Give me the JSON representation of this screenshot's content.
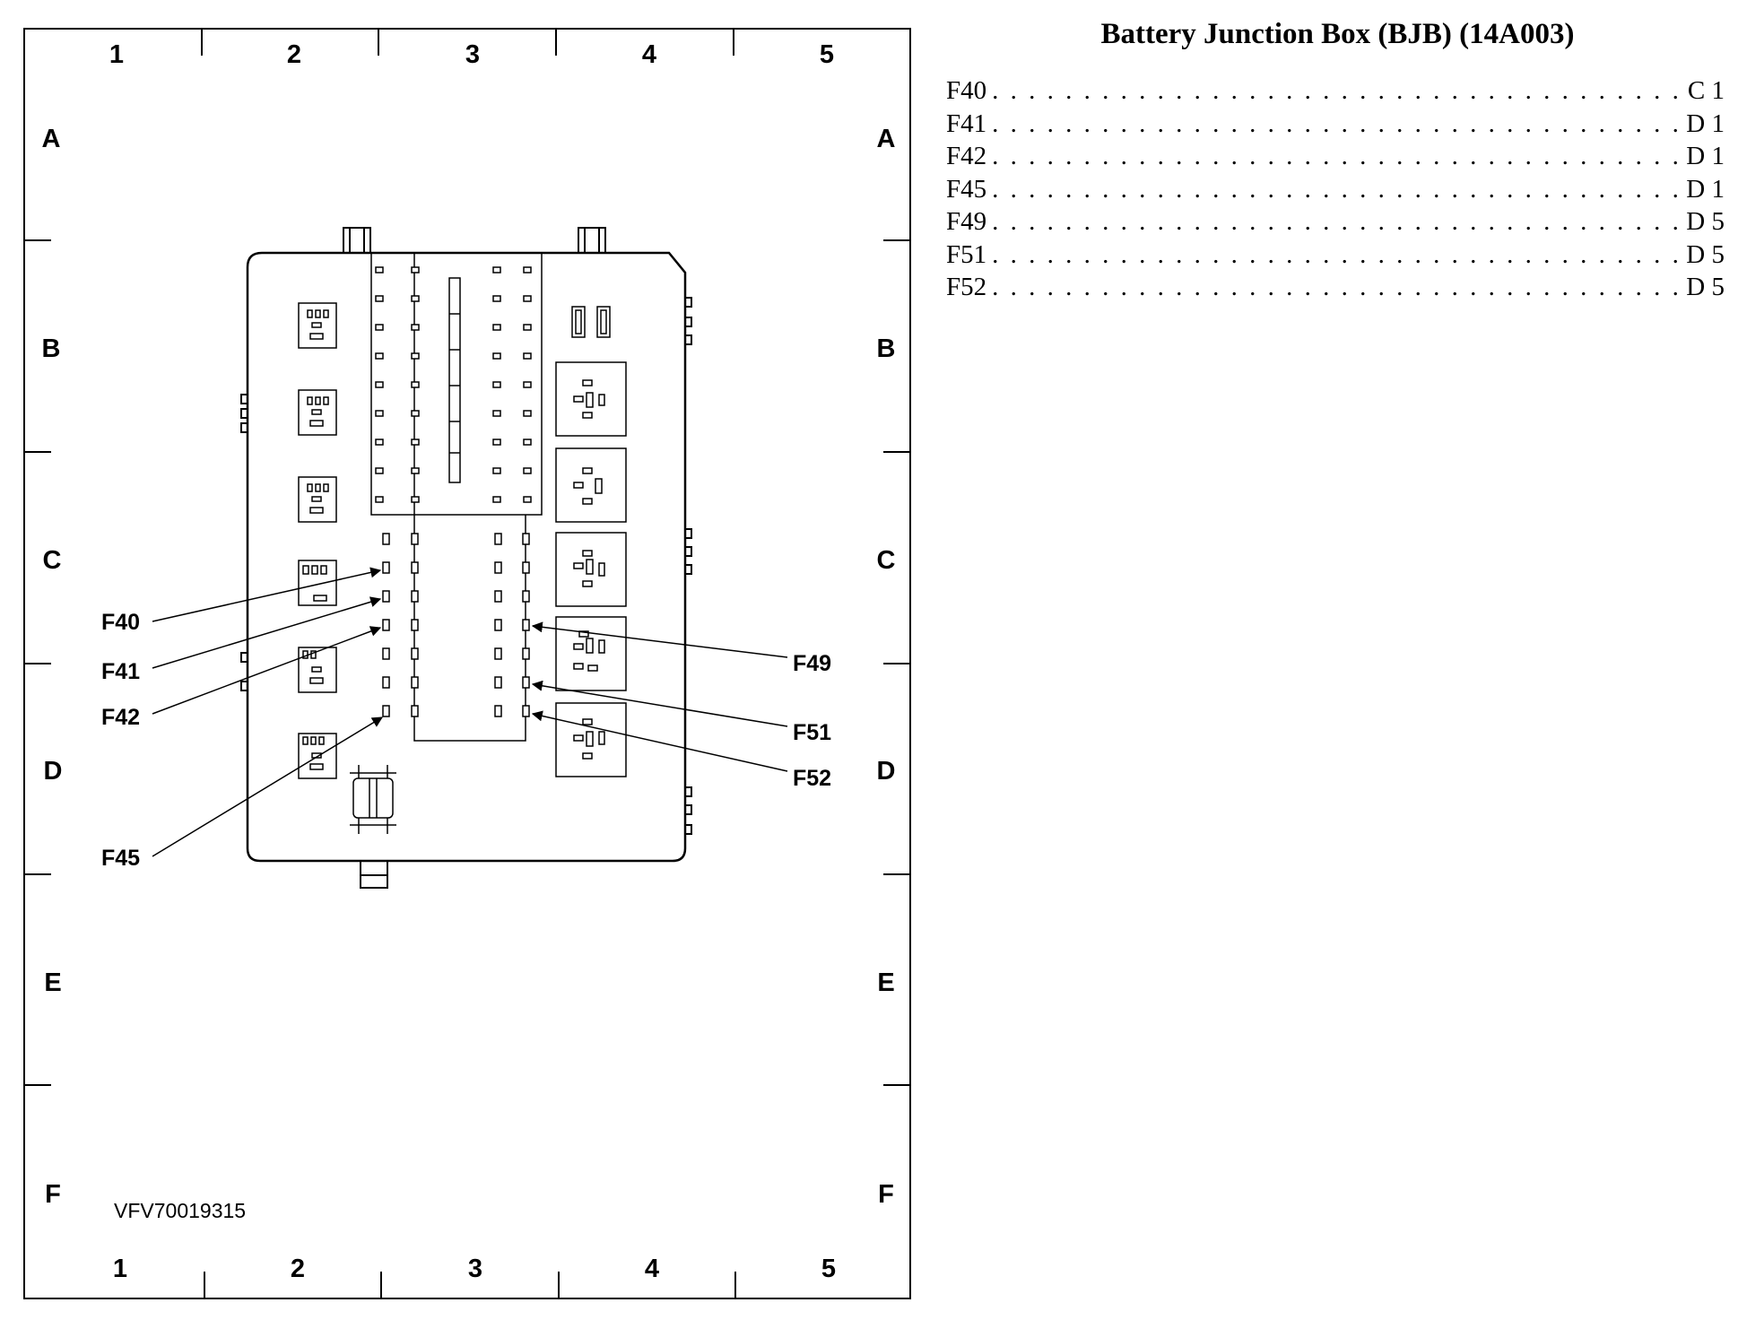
{
  "figure_id": "VFV70019315",
  "grid": {
    "columns": [
      "1",
      "2",
      "3",
      "4",
      "5"
    ],
    "rows": [
      "A",
      "B",
      "C",
      "D",
      "E",
      "F"
    ]
  },
  "callouts": {
    "left": [
      "F40",
      "F41",
      "F42",
      "F45"
    ],
    "right": [
      "F49",
      "F51",
      "F52"
    ]
  },
  "index": {
    "title": "Battery Junction Box (BJB) (14A003)",
    "entries": [
      {
        "fuse": "F40",
        "location": "C 1"
      },
      {
        "fuse": "F41",
        "location": "D 1"
      },
      {
        "fuse": "F42",
        "location": "D 1"
      },
      {
        "fuse": "F45",
        "location": "D 1"
      },
      {
        "fuse": "F49",
        "location": "D 5"
      },
      {
        "fuse": "F51",
        "location": "D 5"
      },
      {
        "fuse": "F52",
        "location": "D 5"
      }
    ]
  }
}
